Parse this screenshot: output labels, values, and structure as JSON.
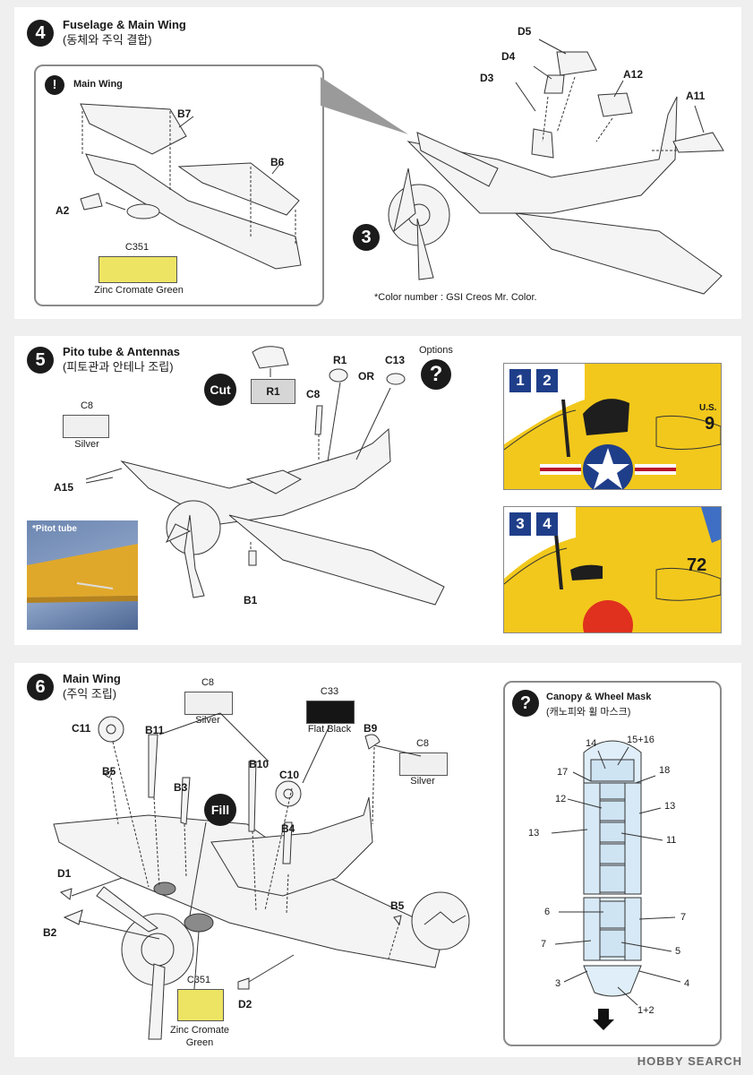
{
  "step4": {
    "number": "4",
    "title": "Fuselage & Main Wing",
    "subtitle": "(동체와 주익 결합)",
    "inset_title": "Main Wing",
    "inset_mark": "!",
    "parts": {
      "b7": "B7",
      "b6": "B6",
      "a2": "A2",
      "d5": "D5",
      "d4": "D4",
      "d3": "D3",
      "a12": "A12",
      "a11": "A11"
    },
    "color_code": "C351",
    "color_name": "Zinc Cromate Green",
    "color_hex": "#eee463",
    "ref_step": "3",
    "note": "*Color number : GSI Creos Mr. Color."
  },
  "step5": {
    "number": "5",
    "title": "Pito tube & Antennas",
    "subtitle": "(피토관과 안테나 조립)",
    "cut_label": "Cut",
    "r1_box": "R1",
    "r1": "R1",
    "or": "OR",
    "c13": "C13",
    "options_label": "Options",
    "q_mark": "?",
    "c8": "C8",
    "silver_code": "C8",
    "silver_name": "Silver",
    "silver_hex": "#f0f0f0",
    "a15": "A15",
    "b1": "B1",
    "pitot_label": "*Pitot tube",
    "option_a": {
      "badge1": "1",
      "badge2": "2",
      "us_mark": "U.S.",
      "number": "9"
    },
    "option_b": {
      "badge1": "3",
      "badge2": "4",
      "number": "72"
    }
  },
  "step6": {
    "number": "6",
    "title": "Main Wing",
    "subtitle": "(주익 조립)",
    "parts": {
      "c11": "C11",
      "b11": "B11",
      "b5a": "B5",
      "b3": "B3",
      "b10": "B10",
      "c10": "C10",
      "b9": "B9",
      "b4": "B4",
      "d1": "D1",
      "b2": "B2",
      "b5b": "B5",
      "d2": "D2"
    },
    "fill_label": "Fill",
    "silver_a": {
      "code": "C8",
      "name": "Silver",
      "hex": "#f0f0f0"
    },
    "black": {
      "code": "C33",
      "name": "Flat Black",
      "hex": "#151515"
    },
    "silver_b": {
      "code": "C8",
      "name": "Silver",
      "hex": "#f0f0f0"
    },
    "green": {
      "code": "C351",
      "name_line1": "Zinc Cromate",
      "name_line2": "Green",
      "hex": "#eee463"
    },
    "mask": {
      "q_mark": "?",
      "title": "Canopy & Wheel Mask",
      "subtitle": "(캐노피와 휠 마스크)",
      "labels": {
        "n14": "14",
        "n1516": "15+16",
        "n17": "17",
        "n18": "18",
        "n12": "12",
        "n13a": "13",
        "n13b": "13",
        "n11": "11",
        "n6": "6",
        "n7a": "7",
        "n7b": "7",
        "n5": "5",
        "n3": "3",
        "n4": "4",
        "n12sum": "1+2"
      }
    }
  },
  "watermark": "HOBBY SEARCH"
}
